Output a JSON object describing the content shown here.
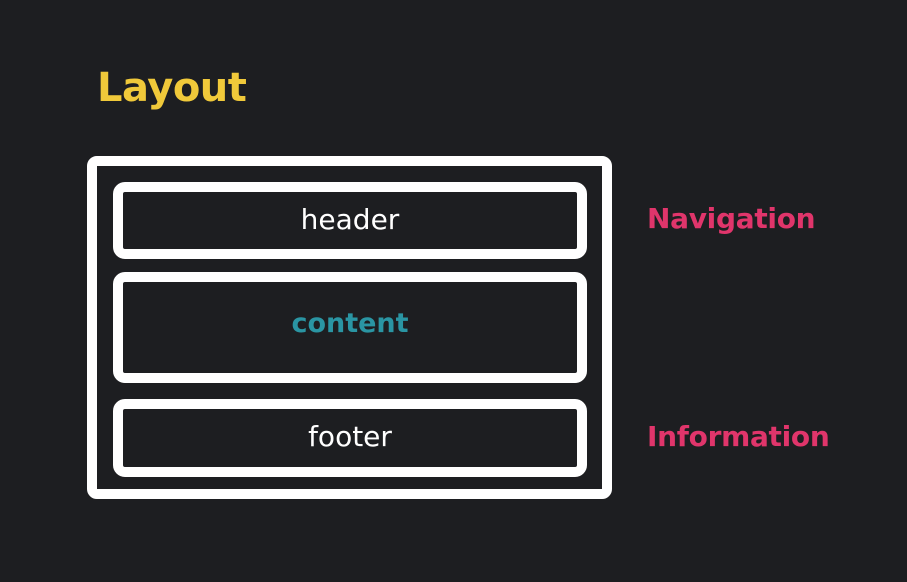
{
  "title": "Layout",
  "boxes": {
    "header": {
      "label": "header"
    },
    "content": {
      "label": "content"
    },
    "footer": {
      "label": "footer"
    }
  },
  "annotations": {
    "header_note": "Navigation",
    "footer_note": "Information"
  },
  "colors": {
    "background": "#1d1e21",
    "title": "#f0c93a",
    "box_border": "#ffffff",
    "header_text": "#ffffff",
    "content_text": "#2a95a3",
    "footer_text": "#ffffff",
    "annotation": "#e0356b"
  }
}
